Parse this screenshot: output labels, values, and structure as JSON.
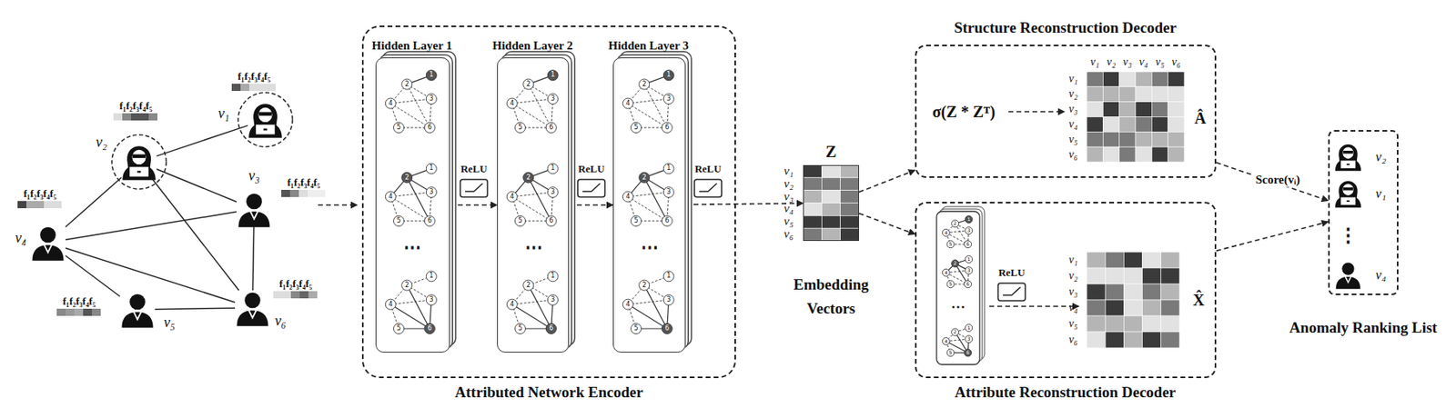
{
  "diagram": {
    "nodes": [
      {
        "text": [
          "f₁f₂f₃f₄f₅",
          "v₁"
        ]
      },
      {
        "text": [
          "f₁f₂f₃f₄f₅",
          "v₂"
        ]
      },
      {
        "text": [
          "f₁f₂f₃f₄f₅",
          "v₃"
        ]
      },
      {
        "text": [
          "f₁f₂f₃f₄f₅",
          "v₄"
        ]
      },
      {
        "text": [
          "f₁f₂f₃f₄f₅",
          "v₅"
        ]
      },
      {
        "text": [
          "f₁f₂f₃f₄f₅",
          "v₆"
        ]
      },
      {
        "text": [
          "Attributed Network Encoder"
        ]
      },
      {
        "text": [
          "Hidden Layer 1"
        ],
        "in": 6
      },
      {
        "text": [
          "Hidden Layer 2"
        ],
        "in": 6
      },
      {
        "text": [
          "Hidden Layer 3"
        ],
        "in": 6
      },
      {
        "text": [
          "ReLU"
        ],
        "in": 6
      },
      {
        "text": [
          "ReLU"
        ],
        "in": 6
      },
      {
        "text": [
          "ReLU"
        ],
        "in": 6
      },
      {
        "text": [
          "Z",
          "Embedding Vectors"
        ]
      },
      {
        "text": [
          "Structure Reconstruction Decoder"
        ]
      },
      {
        "text": [
          "Attribute Reconstruction Decoder"
        ]
      },
      {
        "text": [
          "ReLU"
        ],
        "in": 15
      },
      {
        "text": [
          "Anomaly Ranking List"
        ]
      },
      {
        "text": [
          "v₂"
        ],
        "in": 17
      },
      {
        "text": [
          "v₁"
        ],
        "in": 17
      },
      {
        "text": [
          "v₄"
        ],
        "in": 17
      }
    ],
    "edges": [
      {
        "from": 0,
        "to": 1,
        "arrow": "none"
      },
      {
        "from": 1,
        "to": 2,
        "arrow": "none"
      },
      {
        "from": 1,
        "to": 3,
        "arrow": "none"
      },
      {
        "from": 1,
        "to": 5,
        "arrow": "none"
      },
      {
        "from": 2,
        "to": 3,
        "arrow": "none"
      },
      {
        "from": 2,
        "to": 5,
        "arrow": "none"
      },
      {
        "from": 3,
        "to": 4,
        "arrow": "none"
      },
      {
        "from": 3,
        "to": 5,
        "arrow": "none"
      },
      {
        "from": 4,
        "to": 5,
        "arrow": "none"
      },
      {
        "from": 7,
        "to": 8,
        "arrow": "to"
      },
      {
        "from": 8,
        "to": 9,
        "arrow": "to"
      },
      {
        "from": 9,
        "to": 13,
        "arrow": "to"
      },
      {
        "from": 13,
        "to": 14,
        "arrow": "to"
      },
      {
        "from": 13,
        "to": 15,
        "arrow": "to"
      },
      {
        "from": 14,
        "to": 17,
        "arrow": "to",
        "label": "Score(vᵢ)"
      },
      {
        "from": 15,
        "to": 17,
        "arrow": "to"
      }
    ],
    "labels": [
      "1",
      "2",
      "3",
      "4",
      "5",
      "6",
      "1",
      "2",
      "3",
      "4",
      "5",
      "6",
      "1",
      "2",
      "3",
      "4",
      "5",
      "6",
      "1",
      "2",
      "3",
      "4",
      "5",
      "6",
      "1",
      "2",
      "3",
      "4",
      "5",
      "6",
      "1",
      "2",
      "3",
      "4",
      "5",
      "6",
      "1",
      "2",
      "3",
      "4",
      "5",
      "6",
      "1",
      "2",
      "3",
      "4",
      "5",
      "6",
      "1",
      "2",
      "3",
      "4",
      "5",
      "6",
      "1",
      "2",
      "3",
      "4",
      "5",
      "6",
      "1",
      "2",
      "3",
      "4",
      "5",
      "6",
      "1",
      "2",
      "3",
      "4",
      "5",
      "6",
      "⋯",
      "⋯",
      "⋯",
      "⋯",
      "v₁",
      "v₂",
      "v₃",
      "v₄",
      "v₅",
      "v₆",
      "σ(Z * Zᵀ)",
      "v₁",
      "v₂",
      "v₃",
      "v₄",
      "v₅",
      "v₆",
      "v₁",
      "v₂",
      "v₃",
      "v₄",
      "v₅",
      "v₆",
      "Â",
      "v₁",
      "v₂",
      "v₃",
      "v₄",
      "v₅",
      "v₆",
      "X̂",
      "⋮"
    ]
  }
}
